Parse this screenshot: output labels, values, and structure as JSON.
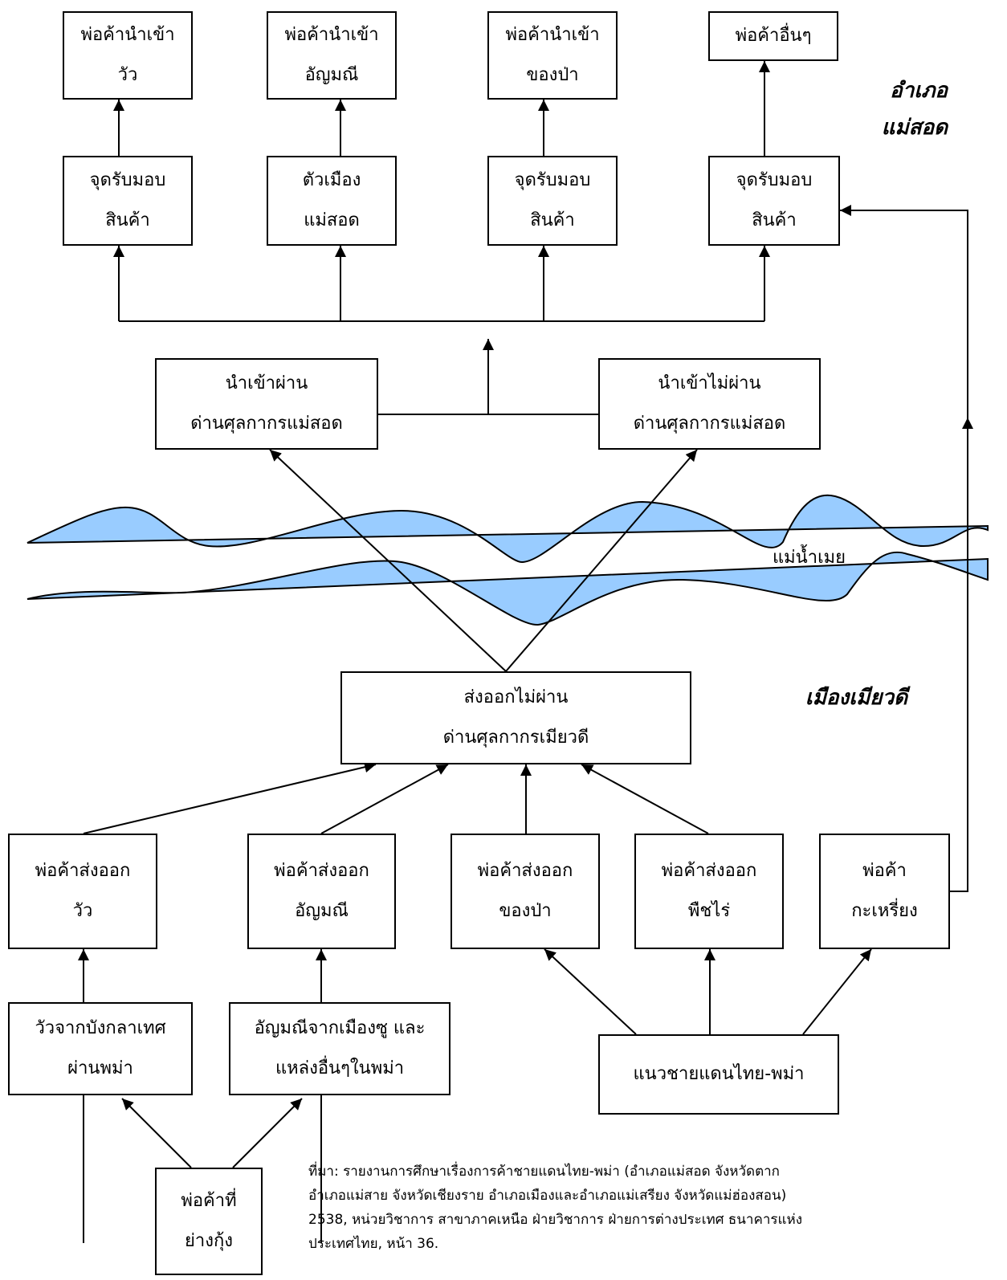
{
  "importers": {
    "cattle": [
      "พ่อค้านำเข้า",
      "วัว"
    ],
    "gems": [
      "พ่อค้านำเข้า",
      "อัญมณี"
    ],
    "forest": [
      "พ่อค้านำเข้า",
      "ของป่า"
    ],
    "other": [
      "พ่อค้าอื่นๆ"
    ]
  },
  "receivers": {
    "left": [
      "จุดรับมอบ",
      "สินค้า"
    ],
    "town": [
      "ตัวเมือง",
      "แม่สอด"
    ],
    "mid": [
      "จุดรับมอบ",
      "สินค้า"
    ],
    "right": [
      "จุดรับมอบ",
      "สินค้า"
    ]
  },
  "region_maesot": [
    "อำเภอ",
    "แม่สอด"
  ],
  "entry": {
    "via_customs": [
      "นำเข้าผ่าน",
      "ด่านศุลกากรแม่สอด"
    ],
    "bypass_customs": [
      "นำเข้าไม่ผ่าน",
      "ด่านศุลกากรแม่สอด"
    ]
  },
  "river": {
    "label": "แม่น้ำเมย",
    "fill": "#99ccff",
    "stroke": "#000000"
  },
  "region_myawaddy": "เมืองเมียวดี",
  "export_hub": [
    "ส่งออกไม่ผ่าน",
    "ด่านศุลกากรเมียวดี"
  ],
  "exporters": {
    "cattle": [
      "พ่อค้าส่งออก",
      "วัว"
    ],
    "gems": [
      "พ่อค้าส่งออก",
      "อัญมณี"
    ],
    "forest": [
      "พ่อค้าส่งออก",
      "ของป่า"
    ],
    "crops": [
      "พ่อค้าส่งออก",
      "พืชไร่"
    ],
    "karen": [
      "พ่อค้า",
      "กะเหรี่ยง"
    ]
  },
  "origins": {
    "cattle": [
      "วัวจากบังกลาเทศ",
      "ผ่านพม่า"
    ],
    "gems": [
      "อัญมณีจากเมืองซู และ",
      "แหล่งอื่นๆในพม่า"
    ],
    "border": [
      "แนวชายแดนไทย-พม่า"
    ],
    "rangoon": [
      "พ่อค้าที่",
      "ย่างกุ้ง"
    ]
  },
  "source_note": [
    "ที่มา: รายงานการศึกษาเรื่องการค้าชายแดนไทย-พม่า (อำเภอแม่สอด จังหวัดตาก",
    "อำเภอแม่สาย จังหวัดเชียงราย อำเภอเมืองและอำเภอแม่เสรียง จังหวัดแม่ฮ่องสอน)",
    "2538,  หน่วยวิชาการ สาขาภาคเหนือ ฝ่ายวิชาการ ฝ่ายการต่างประเทศ  ธนาคารแห่ง",
    "ประเทศไทย, หน้า 36."
  ]
}
